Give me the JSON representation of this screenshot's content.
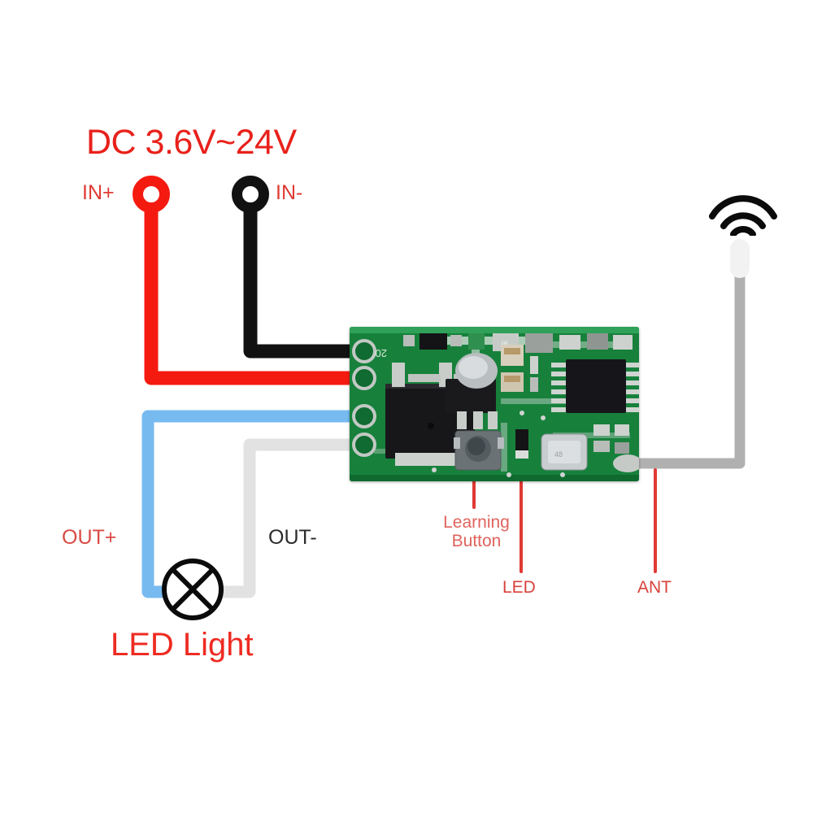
{
  "diagram": {
    "title": "DC 3.6V~24V",
    "labels": {
      "in_plus": "IN+",
      "in_minus": "IN-",
      "out_plus": "OUT+",
      "out_minus": "OUT-",
      "led_light": "LED Light",
      "learning_button": "Learning Button",
      "led": "LED",
      "ant": "ANT"
    },
    "colors": {
      "power_red": "#F51A10",
      "title_red": "#E8211B",
      "callout_red": "#D9423C",
      "ground_black": "#111111",
      "out_plus_blue": "#77BAF0",
      "out_minus_gray": "#E2E2E2",
      "antenna_gray": "#B0B0B0",
      "pcb_green": "#15803a",
      "background": "#ffffff"
    },
    "icons": {
      "antenna": "wifi-signal-icon",
      "lamp": "lamp-cross-circle-icon",
      "terminal": "terminal-ring-icon"
    },
    "wires": [
      {
        "name": "in-minus-wire",
        "color": "#111111",
        "from": "IN-",
        "to": "pcb-pad-1"
      },
      {
        "name": "in-plus-wire",
        "color": "#F51A10",
        "from": "IN+",
        "to": "pcb-pad-2"
      },
      {
        "name": "out-plus-wire",
        "color": "#77BAF0",
        "from": "pcb-pad-3",
        "to": "lamp-left"
      },
      {
        "name": "out-minus-wire",
        "color": "#E2E2E2",
        "from": "pcb-pad-4",
        "to": "lamp-right"
      },
      {
        "name": "antenna-wire",
        "color": "#B0B0B0",
        "from": "pcb-ant-pad",
        "to": "antenna-tip"
      }
    ],
    "callouts": [
      {
        "name": "learning-button-callout",
        "label": "Learning Button",
        "target": "tactile-switch"
      },
      {
        "name": "led-callout",
        "label": "LED",
        "target": "status-led"
      },
      {
        "name": "ant-callout",
        "label": "ANT",
        "target": "antenna-solder-pad"
      }
    ]
  }
}
